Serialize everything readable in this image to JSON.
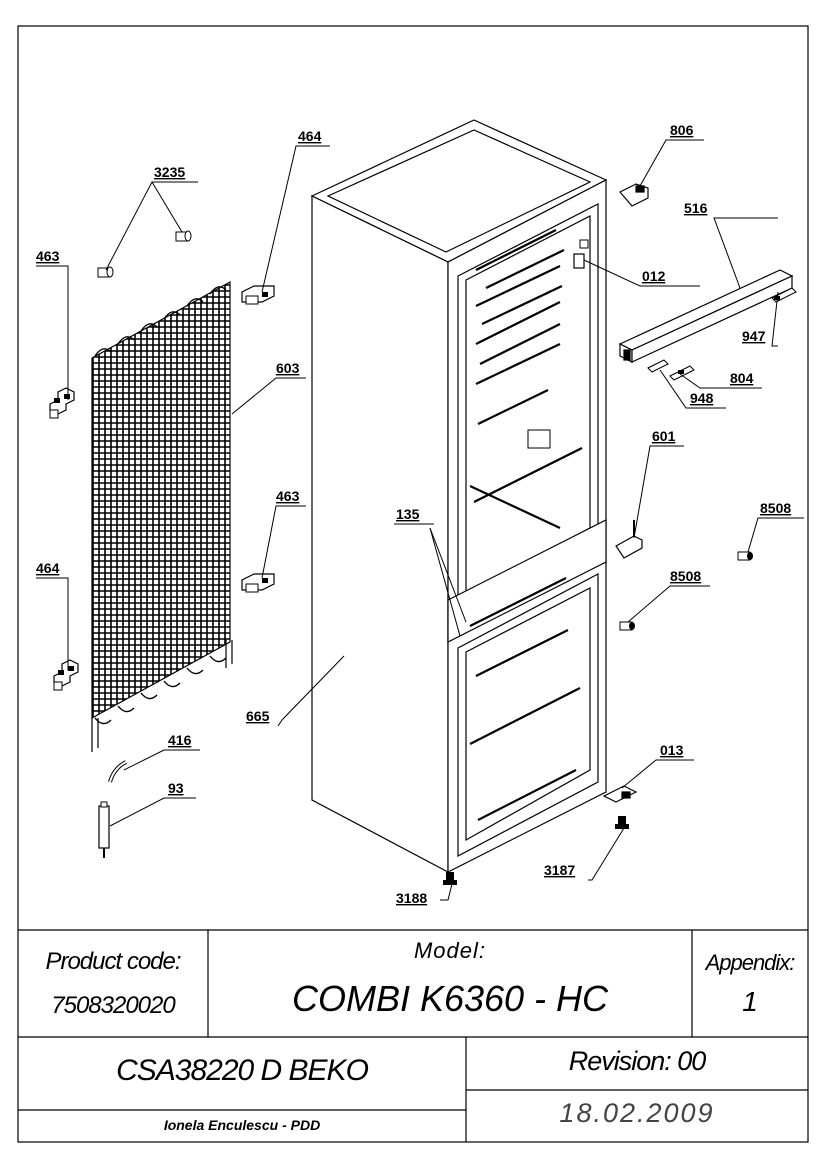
{
  "parts": [
    {
      "id": "464"
    },
    {
      "id": "3235"
    },
    {
      "id": "463"
    },
    {
      "id": "603"
    },
    {
      "id": "463"
    },
    {
      "id": "464"
    },
    {
      "id": "416"
    },
    {
      "id": "93"
    },
    {
      "id": "665"
    },
    {
      "id": "135"
    },
    {
      "id": "3188"
    },
    {
      "id": "806"
    },
    {
      "id": "516"
    },
    {
      "id": "012"
    },
    {
      "id": "947"
    },
    {
      "id": "804"
    },
    {
      "id": "948"
    },
    {
      "id": "601"
    },
    {
      "id": "8508"
    },
    {
      "id": "8508"
    },
    {
      "id": "013"
    },
    {
      "id": "3187"
    }
  ],
  "title_block": {
    "product_code_label": "Product code:",
    "product_code": "7508320020",
    "model_label": "Model:",
    "model": "COMBI K6360 - HC",
    "appendix_label": "Appendix:",
    "appendix": "1",
    "assembly": "CSA38220 D BEKO",
    "revision": "Revision: 00",
    "author": "Ionela Enculescu - PDD",
    "date": "18.02.2009"
  }
}
